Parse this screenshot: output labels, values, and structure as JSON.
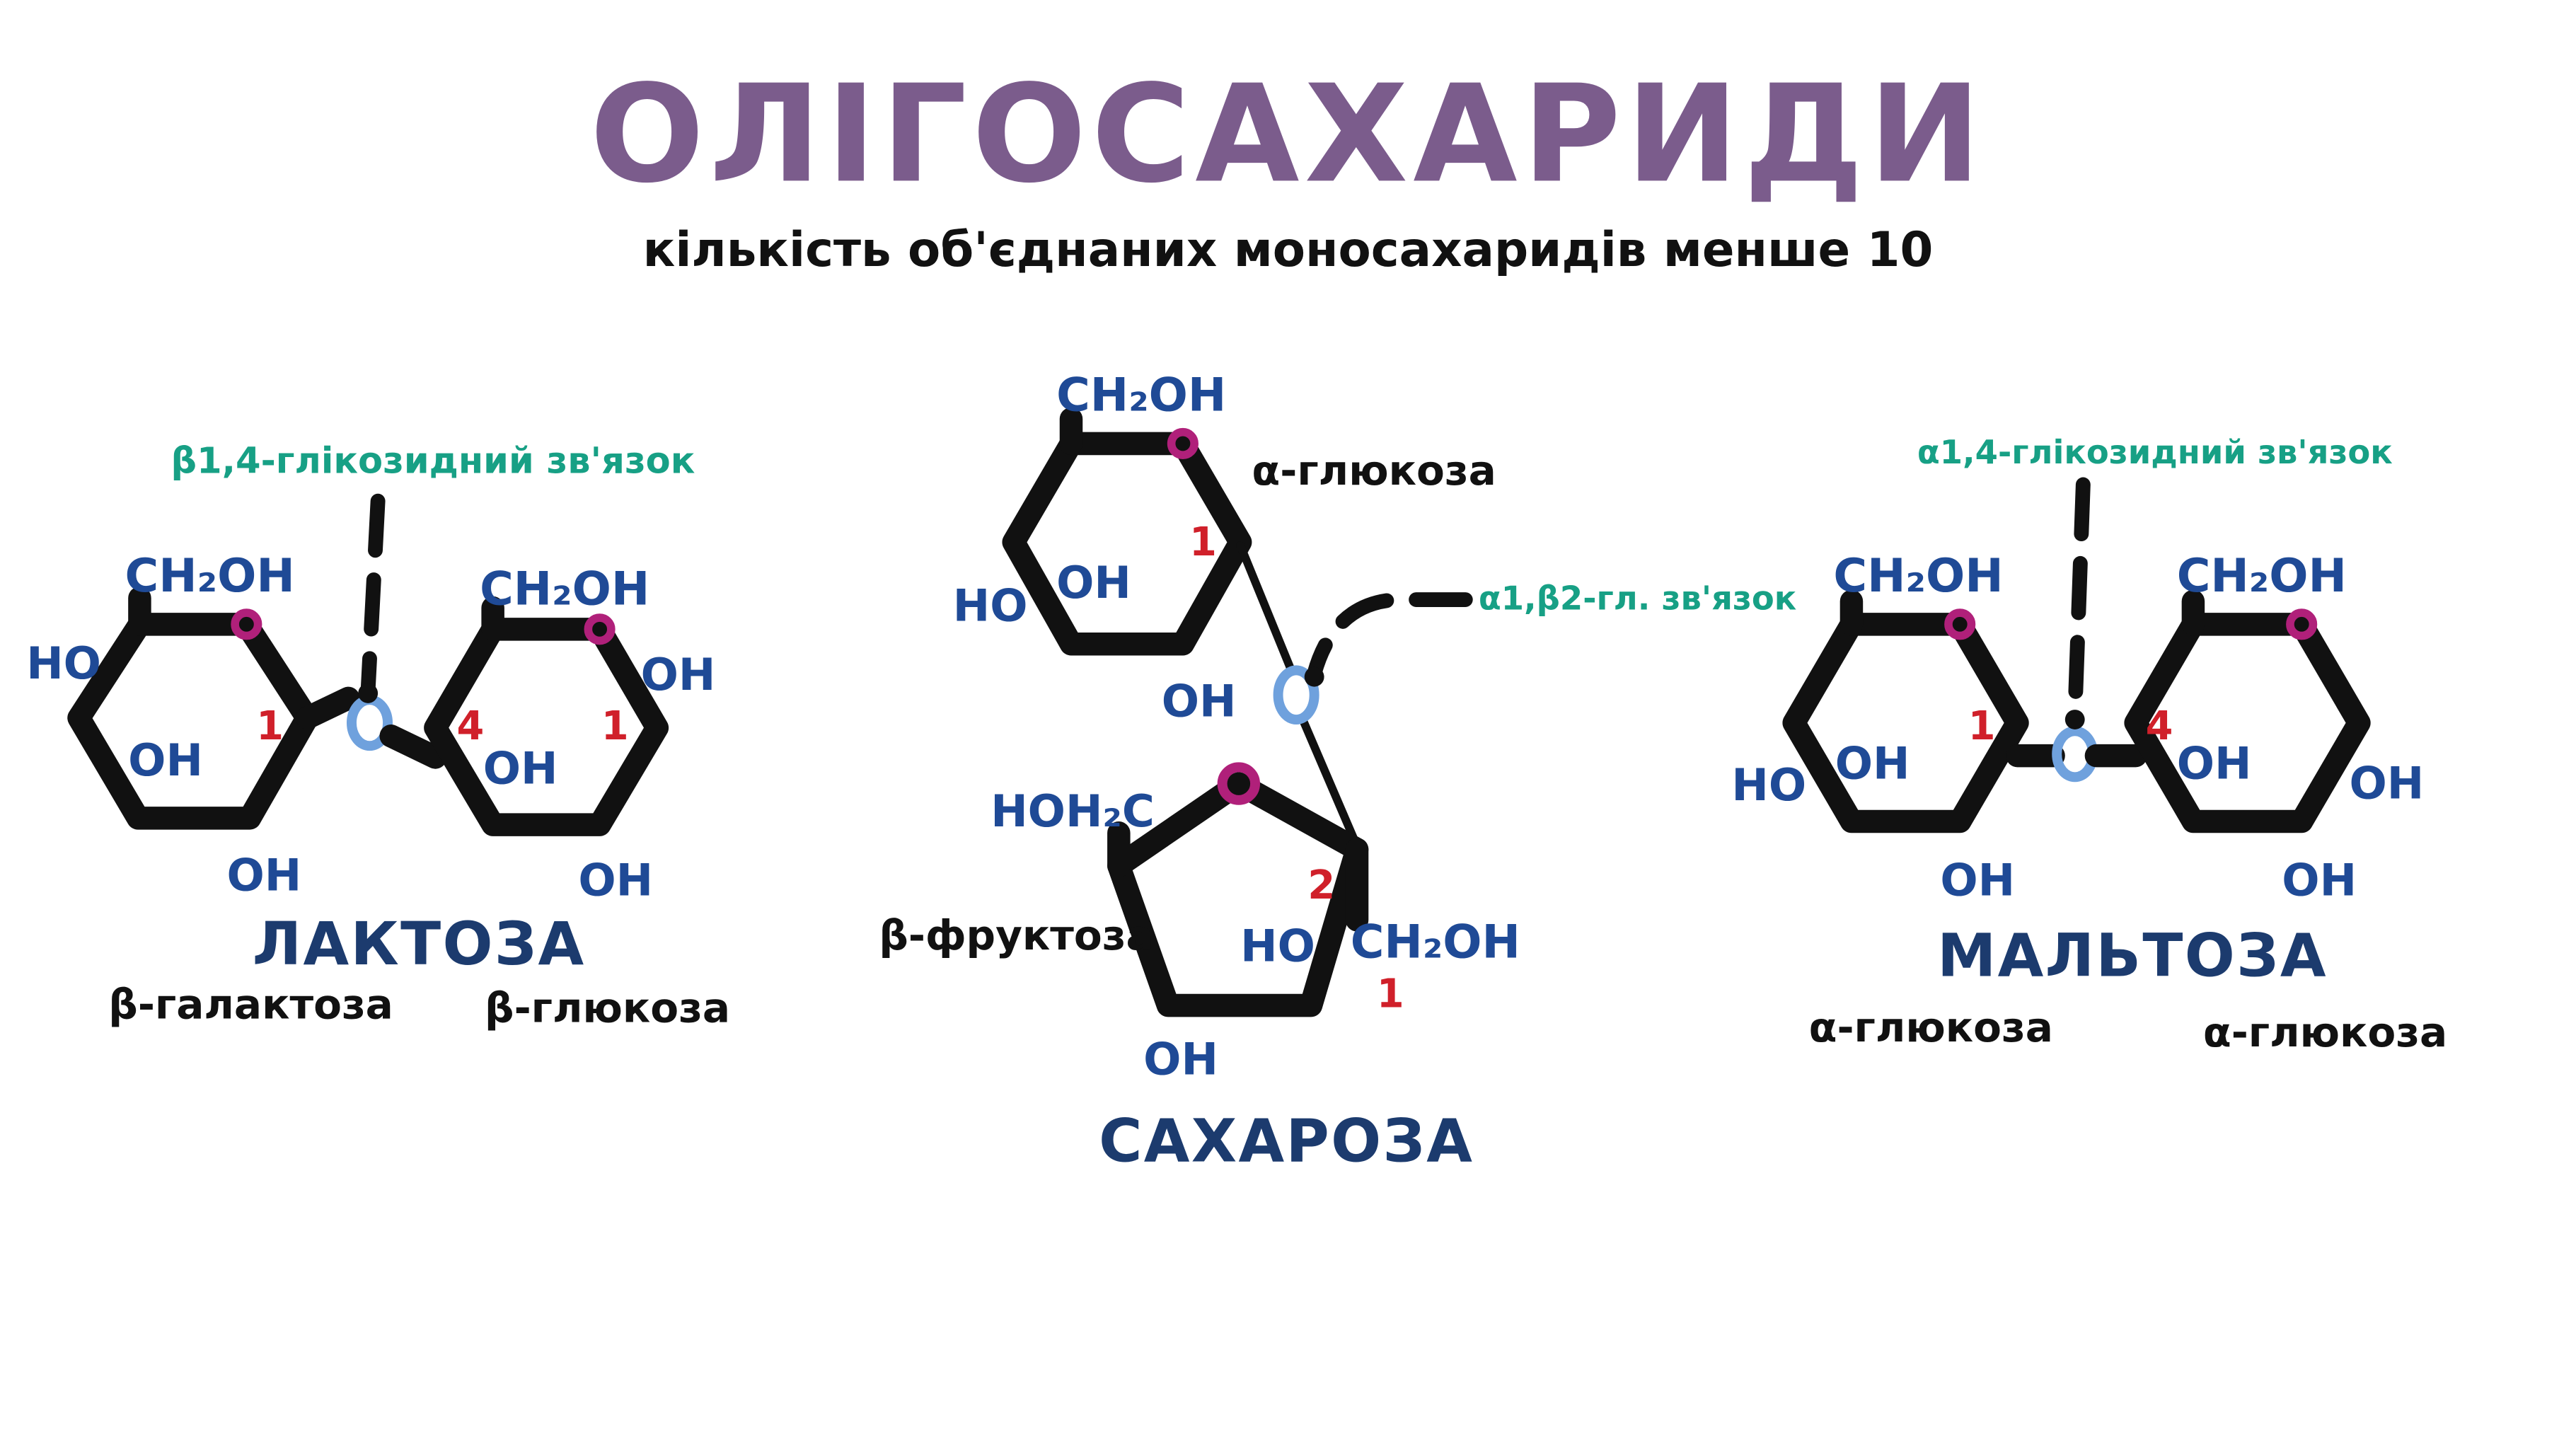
{
  "title": "ОЛІГОСАХАРИДИ",
  "subtitle": "кількість об'єднаних моносахаридів менше 10",
  "colors": {
    "title": "#7b5c8c",
    "group": "#1f4a96",
    "number": "#d0202a",
    "link_note": "#17a085",
    "ring_oxygen": "#b0207a",
    "bridge_oxygen": "#6fa1dd",
    "sugar_name": "#1c3b6e",
    "text": "#111111"
  },
  "lactose": {
    "link_label": "β1,4-глікозидний зв'язок",
    "name": "ЛАКТОЗА",
    "left_unit": "β-галактоза",
    "right_unit": "β-глюкоза",
    "left_ring": {
      "ch2oh": "CH₂OH",
      "ho": "HO",
      "oh_inner": "OH",
      "oh_bottom": "OH",
      "c1": "1"
    },
    "right_ring": {
      "ch2oh": "CH₂OH",
      "oh_right": "OH",
      "oh_inner": "OH",
      "oh_bottom": "OH",
      "c4": "4",
      "c1": "1"
    },
    "bridge_o": "O"
  },
  "sucrose": {
    "name": "САХАРОЗА",
    "link_label": "α1,β2-гл. зв'язок",
    "glucose_unit": "α-глюкоза",
    "fructose_unit": "β-фруктоза",
    "glucose_ring": {
      "ch2oh": "CH₂OH",
      "ho": "HO",
      "oh_inner": "OH",
      "oh_bottom": "OH",
      "c1": "1"
    },
    "fructose_ring": {
      "ho_ch2": "HOH₂C",
      "ho": "HO",
      "ch2oh": "CH₂OH",
      "oh_bottom": "OH",
      "c2": "2",
      "c1": "1",
      "ring_o": "O"
    },
    "bridge_o": "O"
  },
  "maltose": {
    "link_label": "α1,4-глікозидний зв'язок",
    "name": "МАЛЬТОЗА",
    "left_unit": "α-глюкоза",
    "right_unit": "α-глюкоза",
    "left_ring": {
      "ch2oh": "CH₂OH",
      "ho": "HO",
      "oh_inner": "OH",
      "oh_bottom": "OH",
      "c1": "1"
    },
    "right_ring": {
      "ch2oh": "CH₂OH",
      "oh_right": "OH",
      "oh_inner": "OH",
      "oh_bottom": "OH",
      "c4": "4"
    },
    "bridge_o": "O"
  }
}
